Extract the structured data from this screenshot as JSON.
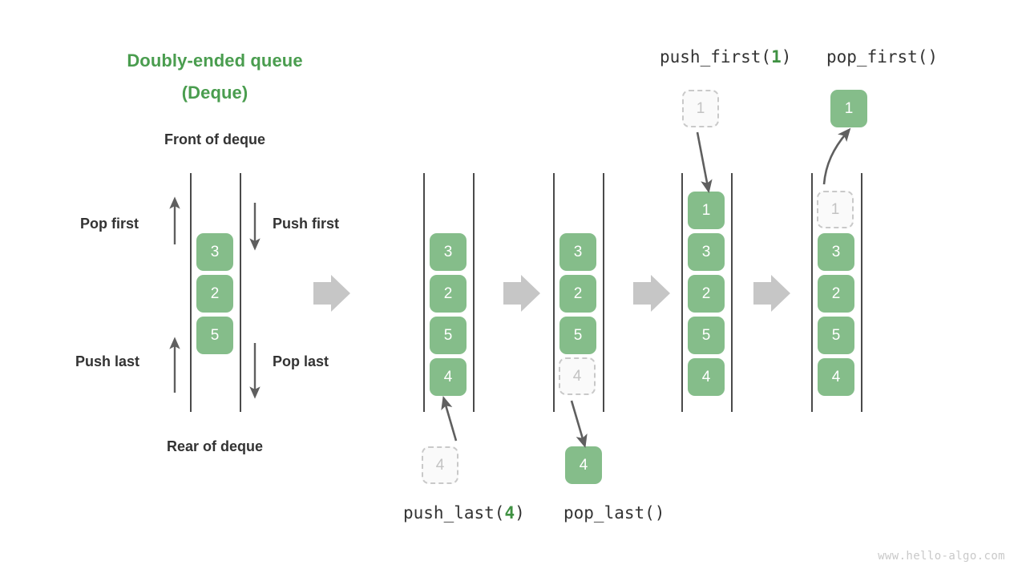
{
  "title": {
    "line1": "Doubly-ended queue",
    "line2": "(Deque)",
    "color": "#4a9d4f"
  },
  "labels": {
    "front_of_deque": "Front of deque",
    "rear_of_deque": "Rear of deque",
    "pop_first": "Pop first",
    "push_first": "Push first",
    "push_last": "Push last",
    "pop_last": "Pop last"
  },
  "captions": {
    "push_last": {
      "name": "push_last(",
      "arg": "4",
      "close": ")"
    },
    "pop_last": {
      "name": "pop_last()",
      "arg": "",
      "close": ""
    },
    "push_first": {
      "name": "push_first(",
      "arg": "1",
      "close": ")"
    },
    "pop_first": {
      "name": "pop_first()",
      "arg": "",
      "close": ""
    }
  },
  "watermark": "www.hello-algo.com",
  "colors": {
    "accent_green": "#85bd8a",
    "title_green": "#4a9d4f",
    "arg_green": "#3f9142",
    "ghost_border": "#c9c9c9",
    "ghost_text": "#c3c3c3",
    "rail": "#4a4a4a",
    "block_arrow": "#c6c6c6",
    "thin_arrow": "#5f5f5f",
    "text": "#333333",
    "watermark": "#c9c9c9"
  },
  "stages": [
    {
      "id": "stage-initial",
      "cells": [
        {
          "value": "3",
          "state": "solid"
        },
        {
          "value": "2",
          "state": "solid"
        },
        {
          "value": "5",
          "state": "solid"
        }
      ],
      "floating": []
    },
    {
      "id": "stage-after-push-last",
      "cells": [
        {
          "value": "3",
          "state": "solid"
        },
        {
          "value": "2",
          "state": "solid"
        },
        {
          "value": "5",
          "state": "solid"
        },
        {
          "value": "4",
          "state": "solid"
        }
      ],
      "floating": [
        {
          "value": "4",
          "state": "ghost",
          "position": "below"
        }
      ]
    },
    {
      "id": "stage-pop-last",
      "cells": [
        {
          "value": "3",
          "state": "solid"
        },
        {
          "value": "2",
          "state": "solid"
        },
        {
          "value": "5",
          "state": "solid"
        },
        {
          "value": "4",
          "state": "ghost"
        }
      ],
      "floating": [
        {
          "value": "4",
          "state": "solid",
          "position": "below"
        }
      ]
    },
    {
      "id": "stage-after-push-first",
      "cells": [
        {
          "value": "1",
          "state": "solid"
        },
        {
          "value": "3",
          "state": "solid"
        },
        {
          "value": "2",
          "state": "solid"
        },
        {
          "value": "5",
          "state": "solid"
        },
        {
          "value": "4",
          "state": "solid"
        }
      ],
      "floating": [
        {
          "value": "1",
          "state": "ghost",
          "position": "above"
        }
      ]
    },
    {
      "id": "stage-pop-first",
      "cells": [
        {
          "value": "1",
          "state": "ghost"
        },
        {
          "value": "3",
          "state": "solid"
        },
        {
          "value": "2",
          "state": "solid"
        },
        {
          "value": "5",
          "state": "solid"
        },
        {
          "value": "4",
          "state": "solid"
        }
      ],
      "floating": [
        {
          "value": "1",
          "state": "solid",
          "position": "above"
        }
      ]
    }
  ]
}
